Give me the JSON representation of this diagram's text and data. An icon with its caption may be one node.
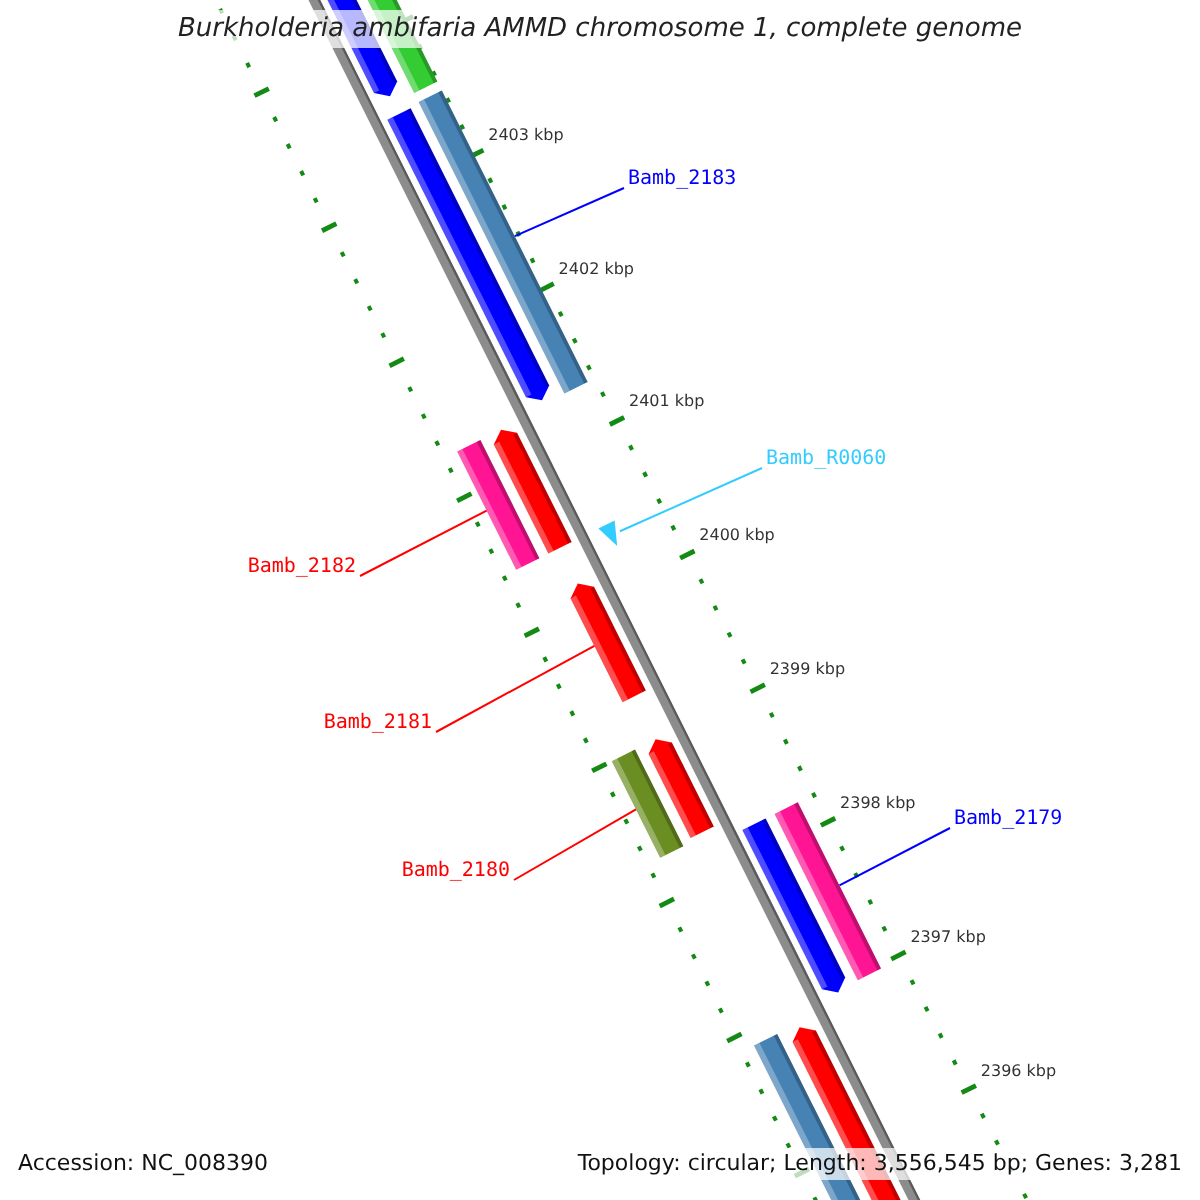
{
  "diagram": {
    "title": "Burkholderia ambifaria AMMD chromosome 1, complete genome",
    "nodes": [
      {
        "text": [
          "Bamb_2183"
        ]
      },
      {
        "text": [],
        "shape": "bar"
      },
      {
        "text": [
          "Bamb_R0060"
        ]
      },
      {
        "text": [],
        "shape": "triangle"
      },
      {
        "text": [
          "Bamb_2182"
        ]
      },
      {
        "text": [],
        "shape": "bar"
      },
      {
        "text": [
          "Bamb_2181"
        ]
      },
      {
        "text": [],
        "shape": "bar"
      },
      {
        "text": [
          "Bamb_2180"
        ]
      },
      {
        "text": [],
        "shape": "bar"
      },
      {
        "text": [
          "Bamb_2179"
        ]
      },
      {
        "text": [],
        "shape": "bar"
      }
    ],
    "edges": [
      {
        "from": 0,
        "to": 1,
        "arrow": "none",
        "color": "#0000ff"
      },
      {
        "from": 2,
        "to": 3,
        "arrow": "none",
        "color": "#33ccff"
      },
      {
        "from": 4,
        "to": 5,
        "arrow": "none"
      },
      {
        "from": 6,
        "to": 7,
        "arrow": "none"
      },
      {
        "from": 8,
        "to": 9,
        "arrow": "none"
      },
      {
        "from": 10,
        "to": 11,
        "arrow": "none",
        "color": "#0000ff"
      }
    ],
    "labels": [
      "2403 kbp",
      "2402 kbp",
      "2401 kbp",
      "2400 kbp",
      "2399 kbp",
      "2398 kbp",
      "2397 kbp",
      "2396 kbp",
      "Accession: NC_008390",
      "Topology: circular; Length: 3,556,545 bp; Genes: 3,281"
    ]
  }
}
